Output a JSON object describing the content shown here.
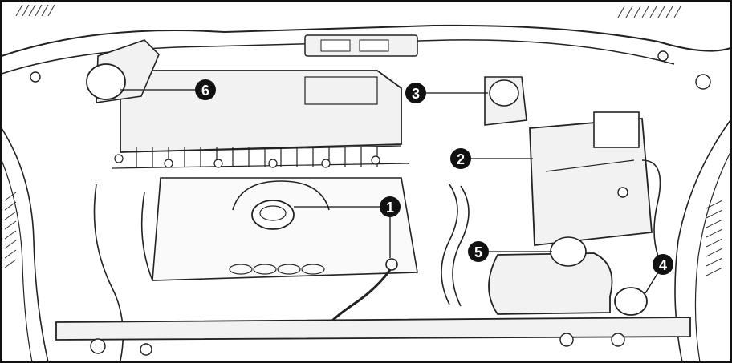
{
  "diagram": {
    "frame_color": "#111111",
    "line_color": "#1a1a1a",
    "component_fill": "#f2f2f2",
    "component_fill_dark": "#e6e6e6",
    "callouts": [
      {
        "id": "1",
        "label": "1"
      },
      {
        "id": "2",
        "label": "2"
      },
      {
        "id": "3",
        "label": "3"
      },
      {
        "id": "4",
        "label": "4"
      },
      {
        "id": "5",
        "label": "5"
      },
      {
        "id": "6",
        "label": "6"
      }
    ]
  }
}
